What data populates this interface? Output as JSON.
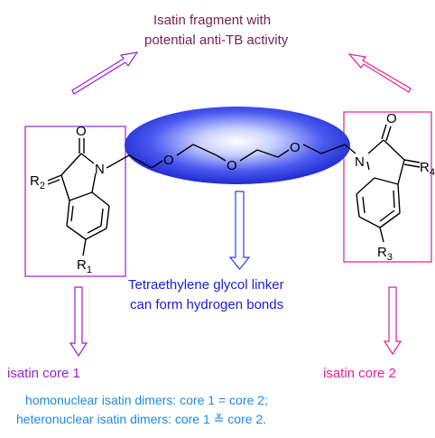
{
  "header": {
    "line1": "Isatin fragment with",
    "line2": "potential anti-TB activity"
  },
  "linker": {
    "line1": "Tetraethylene glycol linker",
    "line2": "can form hydrogen bonds"
  },
  "cores": {
    "left_label": "isatin core 1",
    "right_label": "isatin core 2"
  },
  "notes": {
    "line1": "homonuclear isatin dimers: core 1 = core 2;",
    "line2": "heteronuclear isatin dimers: core 1 ≚ core 2."
  },
  "atoms": {
    "oxygen": "O",
    "nitrogen": "N",
    "left_R2": "R",
    "left_R2_sub": "2",
    "left_R1": "R",
    "left_R1_sub": "1",
    "right_R4": "R",
    "right_R4_sub": "4",
    "right_R3": "R",
    "right_R3_sub": "3"
  },
  "colors": {
    "title": "#7a1f4e",
    "linker_text": "#1c1cd8",
    "core1_accent": "#9b1fd6",
    "core2_accent": "#e01f9a",
    "notes": "#1a8ae6",
    "ellipse": "#2f3fe0"
  }
}
